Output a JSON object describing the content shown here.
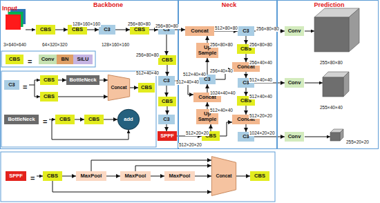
{
  "diagram": {
    "nodes": [
      {
        "text": [
          "Backbone"
        ]
      },
      {
        "text": [
          "Neck"
        ]
      },
      {
        "text": [
          "Prediction"
        ]
      },
      {
        "text": [
          "CBS"
        ],
        "in": 0
      },
      {
        "text": [
          "CBS"
        ],
        "in": 0
      },
      {
        "text": [
          "C3"
        ],
        "in": 0
      },
      {
        "text": [
          "CBS"
        ],
        "in": 0
      },
      {
        "text": [
          "C3"
        ],
        "in": 0
      },
      {
        "text": [
          "CBS"
        ],
        "in": 0
      },
      {
        "text": [
          "C3"
        ],
        "in": 0
      },
      {
        "text": [
          "CBS"
        ],
        "in": 0
      },
      {
        "text": [
          "C3"
        ],
        "in": 0
      },
      {
        "text": [
          "SPPF"
        ],
        "in": 0
      },
      {
        "text": [
          "CBS"
        ],
        "in": 0
      },
      {
        "text": [
          "Conv"
        ],
        "in": 0
      },
      {
        "text": [
          "BN"
        ],
        "in": 0
      },
      {
        "text": [
          "SiLU"
        ],
        "in": 0
      },
      {
        "text": [
          "C3"
        ],
        "in": 0
      },
      {
        "text": [
          "CBS"
        ],
        "in": 0
      },
      {
        "text": [
          "BottleNeck"
        ],
        "in": 0
      },
      {
        "text": [
          "CBS"
        ],
        "in": 0
      },
      {
        "text": [
          "Concat"
        ],
        "in": 0
      },
      {
        "text": [
          "CBS"
        ],
        "in": 0
      },
      {
        "text": [
          "BottleNeck"
        ],
        "in": 0
      },
      {
        "text": [
          "CBS"
        ],
        "in": 0
      },
      {
        "text": [
          "CBS"
        ],
        "in": 0
      },
      {
        "text": [
          "add"
        ],
        "in": 0
      },
      {
        "text": [
          "Concat"
        ],
        "in": 1
      },
      {
        "text": [
          "C3"
        ],
        "in": 1
      },
      {
        "text": [
          "Up Sample"
        ],
        "in": 1
      },
      {
        "text": [
          "CBS"
        ],
        "in": 1
      },
      {
        "text": [
          "Concat"
        ],
        "in": 1
      },
      {
        "text": [
          "C3"
        ],
        "in": 1
      },
      {
        "text": [
          "C3"
        ],
        "in": 1
      },
      {
        "text": [
          "Concat"
        ],
        "in": 1
      },
      {
        "text": [
          "CBS"
        ],
        "in": 1
      },
      {
        "text": [
          "Up Sample"
        ],
        "in": 1
      },
      {
        "text": [
          "Concat"
        ],
        "in": 1
      },
      {
        "text": [
          "CBS"
        ],
        "in": 1
      },
      {
        "text": [
          "C3"
        ],
        "in": 1
      },
      {
        "text": [
          "Conv"
        ],
        "in": 2
      },
      {
        "text": [
          "Conv"
        ],
        "in": 2
      },
      {
        "text": [
          "Conv"
        ],
        "in": 2
      },
      {
        "text": [
          "SPPF"
        ]
      },
      {
        "text": [
          "CBS"
        ]
      },
      {
        "text": [
          "MaxPool"
        ]
      },
      {
        "text": [
          "MaxPool"
        ]
      },
      {
        "text": [
          "MaxPool"
        ]
      },
      {
        "text": [
          "Concat"
        ]
      },
      {
        "text": [
          "CBS"
        ]
      }
    ],
    "edges": [
      {
        "from": 3,
        "to": 4,
        "arrow": "to"
      },
      {
        "from": 4,
        "to": 5,
        "arrow": "to"
      },
      {
        "from": 5,
        "to": 6,
        "arrow": "to"
      },
      {
        "from": 6,
        "to": 7,
        "arrow": "to"
      },
      {
        "from": 7,
        "to": 8,
        "arrow": "to"
      },
      {
        "from": 8,
        "to": 9,
        "arrow": "to"
      },
      {
        "from": 9,
        "to": 10,
        "arrow": "to"
      },
      {
        "from": 10,
        "to": 11,
        "arrow": "to"
      },
      {
        "from": 11,
        "to": 12,
        "arrow": "to"
      },
      {
        "from": 7,
        "to": 27,
        "arrow": "to"
      },
      {
        "from": 9,
        "to": 34,
        "arrow": "to"
      },
      {
        "from": 12,
        "to": 38,
        "arrow": "to"
      },
      {
        "from": 38,
        "to": 36,
        "arrow": "to"
      },
      {
        "from": 36,
        "to": 34,
        "arrow": "to"
      },
      {
        "from": 34,
        "to": 32,
        "arrow": "to"
      },
      {
        "from": 32,
        "to": 29,
        "arrow": "to"
      },
      {
        "from": 29,
        "to": 27,
        "arrow": "to"
      },
      {
        "from": 27,
        "to": 28,
        "arrow": "to"
      },
      {
        "from": 28,
        "to": 40,
        "arrow": "to"
      },
      {
        "from": 28,
        "to": 30,
        "arrow": "to"
      },
      {
        "from": 30,
        "to": 31,
        "arrow": "to"
      },
      {
        "from": 32,
        "to": 31,
        "arrow": "to"
      },
      {
        "from": 31,
        "to": 33,
        "arrow": "to"
      },
      {
        "from": 33,
        "to": 41,
        "arrow": "to"
      },
      {
        "from": 33,
        "to": 35,
        "arrow": "to"
      },
      {
        "from": 35,
        "to": 37,
        "arrow": "to"
      },
      {
        "from": 38,
        "to": 37,
        "arrow": "to"
      },
      {
        "from": 37,
        "to": 39,
        "arrow": "to"
      },
      {
        "from": 39,
        "to": 42,
        "arrow": "to"
      },
      {
        "from": 18,
        "to": 19,
        "arrow": "to"
      },
      {
        "from": 19,
        "to": 21,
        "arrow": "to"
      },
      {
        "from": 20,
        "to": 21,
        "arrow": "to"
      },
      {
        "from": 21,
        "to": 22,
        "arrow": "to"
      },
      {
        "from": 24,
        "to": 25,
        "arrow": "to"
      },
      {
        "from": 25,
        "to": 26,
        "arrow": "to"
      },
      {
        "from": 44,
        "to": 45,
        "arrow": "to"
      },
      {
        "from": 45,
        "to": 46,
        "arrow": "to"
      },
      {
        "from": 46,
        "to": 47,
        "arrow": "to"
      },
      {
        "from": 47,
        "to": 48,
        "arrow": "to"
      },
      {
        "from": 44,
        "to": 48,
        "arrow": "to"
      },
      {
        "from": 45,
        "to": 48,
        "arrow": "to"
      },
      {
        "from": 46,
        "to": 48,
        "arrow": "to"
      },
      {
        "from": 48,
        "to": 49,
        "arrow": "to"
      }
    ],
    "labels": [
      "Input",
      "3×640×640",
      "64×320×320",
      "128×160×160",
      "128×160×160",
      "256×80×80",
      "256×80×80",
      "256×80×80",
      "512×40×40",
      "512×40×40",
      "512×20×20",
      "=",
      "=",
      "=",
      "=",
      "512×80×80",
      "256×80×80",
      "256×80×80",
      "256×80×80",
      "256×40×40",
      "256×40×40",
      "512×40×40",
      "512×40×40",
      "1024×40×40",
      "512×40×40",
      "512×40×40",
      "512×20×20",
      "512×20×20",
      "1024×20×20",
      "255×80×80",
      "255×40×40",
      "255×20×20"
    ]
  }
}
